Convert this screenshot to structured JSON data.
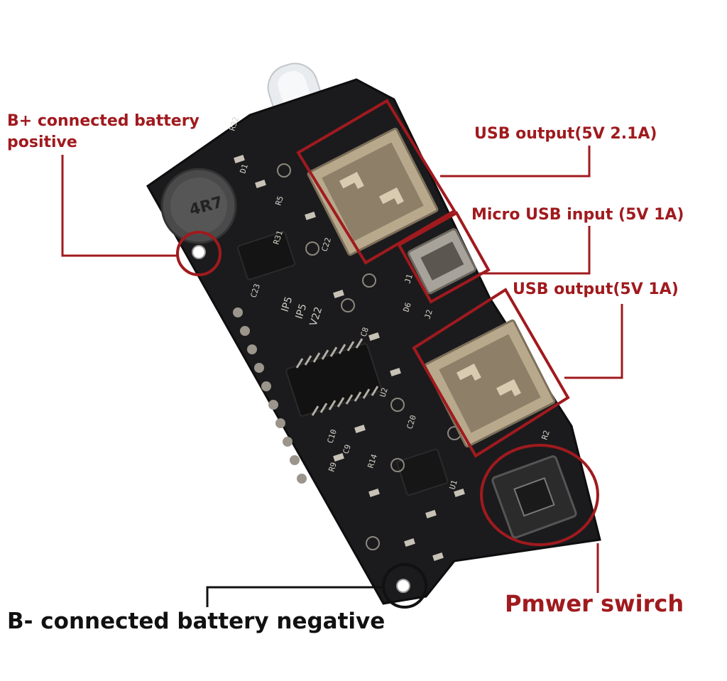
{
  "board": {
    "inductor_marking": "4R7",
    "chip_marking_lines": [
      "IP5",
      "IP5",
      "V22"
    ],
    "silkscreen": [
      "R32",
      "R31",
      "C22",
      "C23",
      "C8",
      "C9",
      "C10",
      "C20",
      "R9",
      "R14",
      "R5",
      "J1",
      "J2",
      "D1",
      "D6",
      "U1",
      "U2",
      "R2"
    ]
  },
  "labels": {
    "b_plus_line1": "B+ connected battery",
    "b_plus_line2": "positive",
    "usb_out_21a": "USB output(5V 2.1A)",
    "micro_usb_in": "Micro USB input (5V 1A)",
    "usb_out_1a": "USB output(5V 1A)",
    "b_minus": "B- connected battery negative",
    "power_switch": "Pmwer swirch"
  },
  "colors": {
    "annotation_red": "#a01a1e",
    "annotation_black": "#111111",
    "pcb": "#1b1b1d",
    "usb_metal": "#b9a98c",
    "inductor": "#4a4a4a"
  }
}
